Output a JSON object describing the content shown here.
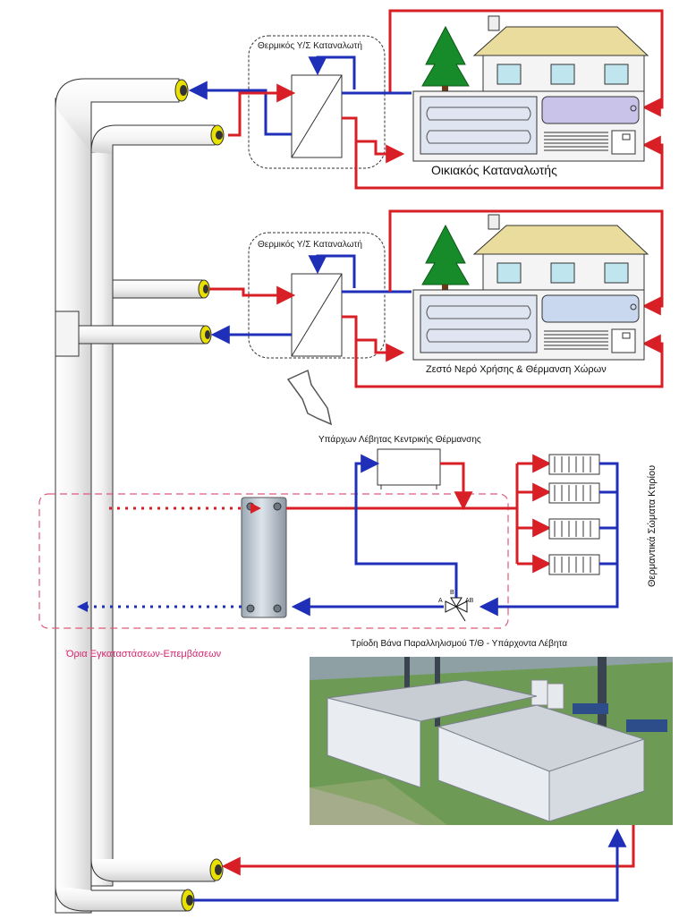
{
  "labels": {
    "substation_1": "Θερμικός Υ/Σ Καταναλωτή",
    "substation_2": "Θερμικός Υ/Σ Καταναλωτή",
    "consumer": "Οικιακός Καταναλωτής",
    "hot_water_heating": "Ζεστό Νερό Χρήσης & Θέρμανση Χώρων",
    "existing_boiler": "Υπάρχων Λέβητας Κεντρικής Θέρμανσης",
    "radiators": "Θερμαντικά Σώματα Κτιρίου",
    "valve": "Τρίοδη Βάνα Παραλληλισμού Τ/Θ - Υπάρχοντα Λέβητα",
    "boundary": "Όρια Εγκαταστάσεων-Επεμβάσεων",
    "port_a": "A",
    "port_b": "B",
    "port_ab": "AB"
  },
  "colors": {
    "supply_red": "#d81f26",
    "return_blue": "#1f2fb8",
    "boundary_pink": "#d6256f",
    "boundary_dash": "#e05a7a",
    "roof": "#e9dc9c",
    "house_wall": "#f4f4f4",
    "tank_fill": "#dfe6f2",
    "tank_accent": "#c9c3ea",
    "tree": "#178a2a",
    "pipe_insulation": "#eeeeee",
    "pipe_end": "#e8e000"
  },
  "photo": {
    "description_icon": "plant-photo",
    "sky": "#8fa0a4",
    "grass": "#6d9a55",
    "building_roof": "#c8ccd3",
    "building_wall": "#e9ecf0"
  }
}
